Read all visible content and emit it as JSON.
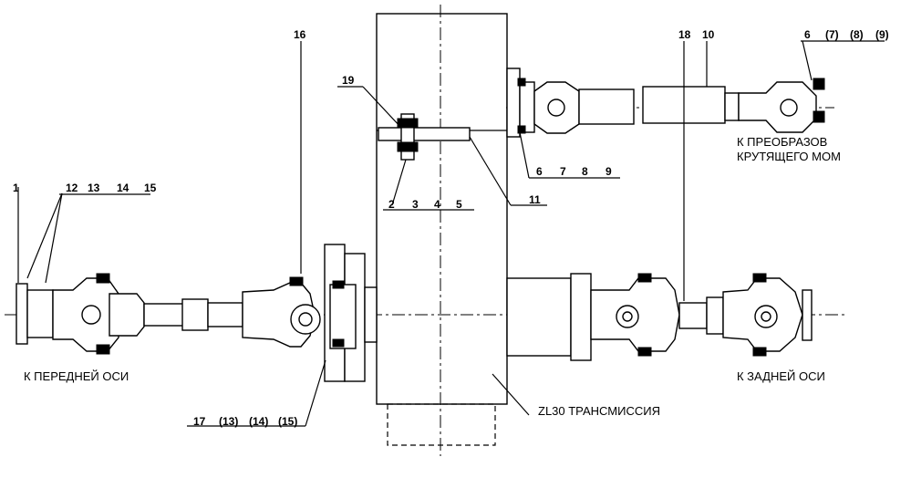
{
  "labels": {
    "front_axle": "К ПЕРЕДНЕЙ ОСИ",
    "rear_axle": "К ЗАДНЕЙ ОСИ",
    "transmission": "ZL30 ТРАНСМИССИЯ",
    "converter_line1": "К ПРЕОБРАЗОВ",
    "converter_line2": "КРУТЯЩЕГО МОМ"
  },
  "callouts": {
    "c1": "1",
    "c12": "12",
    "c13": "13",
    "c14": "14",
    "c15": "15",
    "c16": "16",
    "c17": "17",
    "c13p": "(13)",
    "c14p": "(14)",
    "c15p": "(15)",
    "c19": "19",
    "c2": "2",
    "c3": "3",
    "c4": "4",
    "c5": "5",
    "c11": "11",
    "c6": "6",
    "c7": "7",
    "c8": "8",
    "c9": "9",
    "c18": "18",
    "c10": "10",
    "c6top": "6",
    "c7p": "(7)",
    "c8p": "(8)",
    "c9p": "(9)"
  }
}
